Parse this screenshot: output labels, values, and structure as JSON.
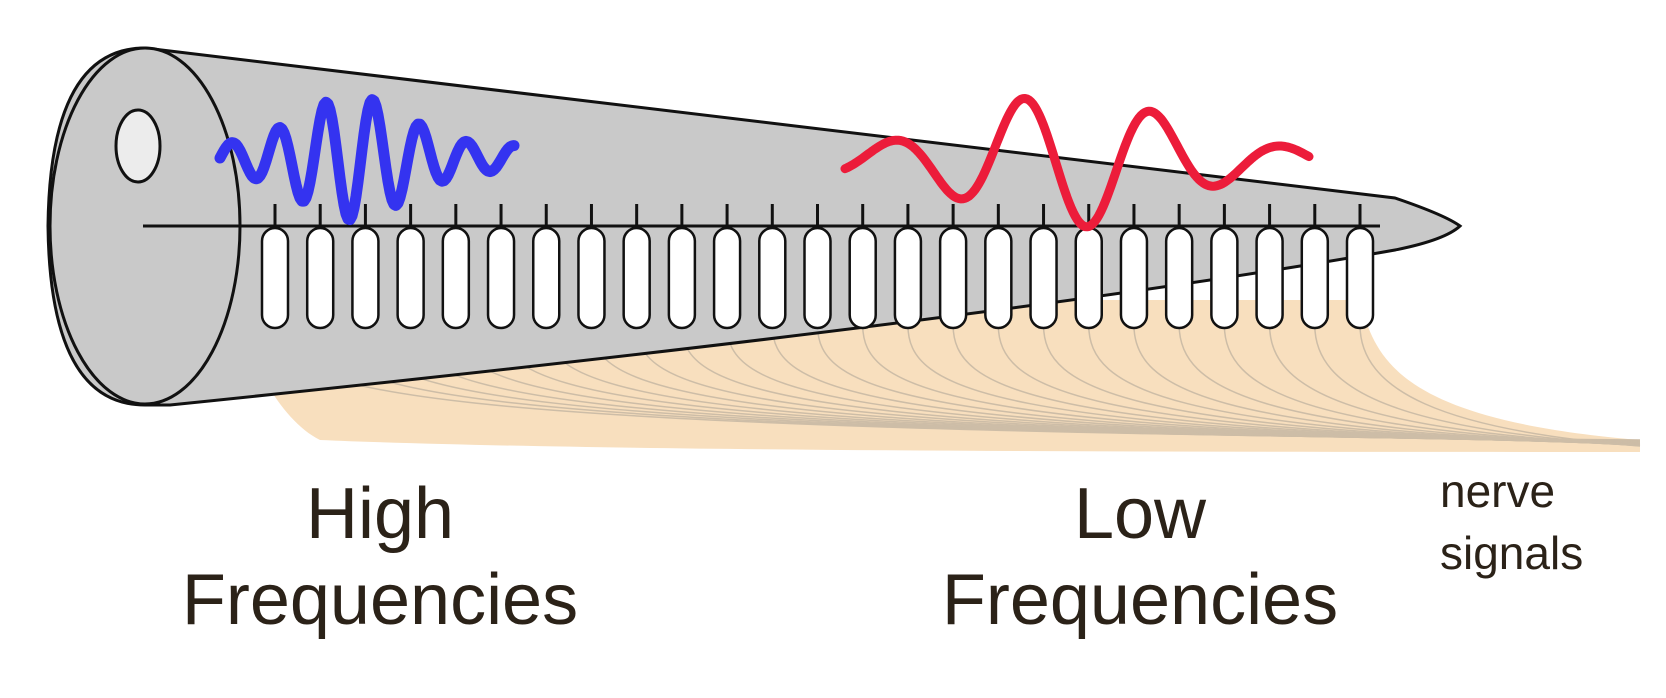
{
  "labels": {
    "high_line1": "High",
    "high_line2": "Frequencies",
    "low_line1": "Low",
    "low_line2": "Frequencies",
    "nerve_line1": "nerve",
    "nerve_line2": "signals"
  },
  "hair_cell_count": 25,
  "colors": {
    "cochlea_fill": "#c9c9c9",
    "nerve_fill": "#f8dfbe",
    "nerve_line": "#cdbda7",
    "high_wave": "#3433f0",
    "low_wave": "#ec1c3a",
    "outline": "#111111",
    "text": "#2b2218"
  }
}
